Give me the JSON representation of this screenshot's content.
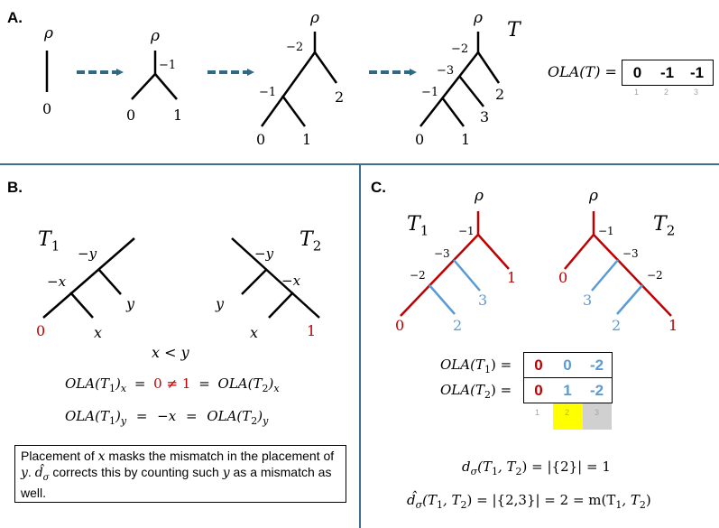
{
  "panels": {
    "a": "A.",
    "b": "B.",
    "c": "C."
  },
  "colors": {
    "red": "#c00000",
    "blue": "#5b9bd5",
    "arrow": "#2e6986",
    "highlight_yellow": "#ffff00",
    "highlight_gray": "#d0d0d0"
  },
  "panel_a": {
    "root": "ρ",
    "tree_label": "T",
    "tree1": {
      "leaf": "0"
    },
    "tree2": {
      "weight": "−1",
      "leaves": [
        "0",
        "1"
      ]
    },
    "tree3": {
      "weights": [
        "−2",
        "−1"
      ],
      "leaves": [
        "0",
        "1",
        "2"
      ]
    },
    "tree4": {
      "weights": [
        "−2",
        "−3",
        "−1"
      ],
      "leaves": [
        "0",
        "1",
        "2",
        "3"
      ]
    },
    "ola_label": "OLA(T) =",
    "ola_values": [
      "0",
      "-1",
      "-1"
    ],
    "ola_index": [
      "1",
      "2",
      "3"
    ]
  },
  "panel_b": {
    "tree1": {
      "label": "T",
      "sub": "1",
      "weights": [
        "−y",
        "−x"
      ],
      "leaves": [
        "0",
        "x",
        "y"
      ]
    },
    "tree2": {
      "label": "T",
      "sub": "2",
      "weights": [
        "−y",
        "−x"
      ],
      "leaves": [
        "y",
        "x",
        "1"
      ]
    },
    "relation": "x < y",
    "eq1": {
      "lhs": "OLA(T",
      "lhs_sub": "1",
      "lhs_close": ")",
      "lhs_var": "x",
      "eq1": "=",
      "left_val": "0",
      "neq": "≠",
      "right_val": "1",
      "eq2": "=",
      "rhs": "OLA(T",
      "rhs_sub": "2",
      "rhs_close": ")",
      "rhs_var": "x"
    },
    "eq2": {
      "lhs": "OLA(T",
      "lhs_sub": "1",
      "lhs_close": ")",
      "lhs_var": "y",
      "eq1": "=",
      "val": "−x",
      "eq2": "=",
      "rhs": "OLA(T",
      "rhs_sub": "2",
      "rhs_close": ")",
      "rhs_var": "y"
    },
    "note": {
      "p1": "Placement of ",
      "v1": "x",
      "p2": " masks the mismatch in the placement of ",
      "v2": "y",
      "p3": ". ",
      "dhat": "d̂",
      "dsub": "σ",
      "p4": " corrects this by counting such ",
      "v3": "y",
      "p5": " as a mismatch as well."
    }
  },
  "panel_c": {
    "root": "ρ",
    "tree1": {
      "label": "T",
      "sub": "1",
      "weights": [
        "−1",
        "−3",
        "−2"
      ],
      "leaves": [
        "0",
        "2",
        "3",
        "1"
      ]
    },
    "tree2": {
      "label": "T",
      "sub": "2",
      "weights": [
        "−1",
        "−3",
        "−2"
      ],
      "leaves": [
        "0",
        "3",
        "2",
        "1"
      ]
    },
    "ola1": {
      "label": "OLA(T",
      "sub": "1",
      "close": ") =",
      "values": [
        "0",
        "0",
        "-2"
      ]
    },
    "ola2": {
      "label": "OLA(T",
      "sub": "2",
      "close": ") =",
      "values": [
        "0",
        "1",
        "-2"
      ]
    },
    "ola_index": [
      "1",
      "2",
      "3"
    ],
    "d_sigma": {
      "d": "d",
      "sub": "σ",
      "args": "(T",
      "a1": "1",
      "comma": ", T",
      "a2": "2",
      "rest": ") = |{2}| = 1"
    },
    "d_hat": {
      "d": "d̂",
      "sub": "σ",
      "args": "(T",
      "a1": "1",
      "comma": ", T",
      "a2": "2",
      "rest": ") = |{2,3}| = 2 = m(T",
      "m1": "1",
      "mcomma": ", T",
      "m2": "2",
      "mend": ")"
    }
  }
}
